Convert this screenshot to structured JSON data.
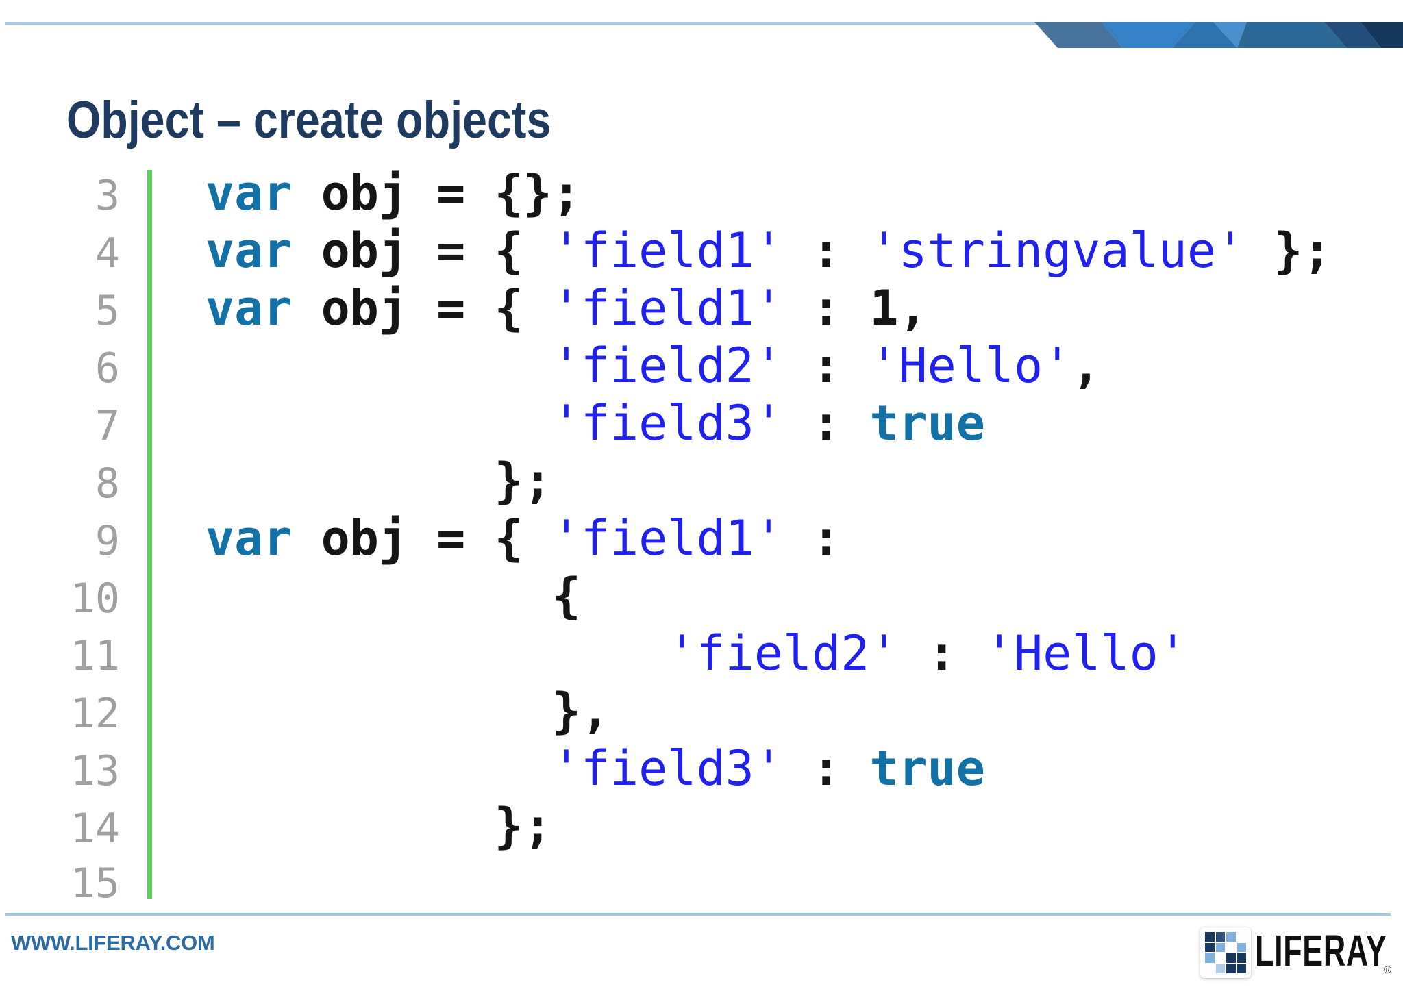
{
  "title": "Object – create objects",
  "code": {
    "lines": [
      {
        "num": "3",
        "tokens": [
          {
            "t": "kw",
            "s": "var"
          },
          {
            "t": "p",
            "s": " obj = {};"
          }
        ]
      },
      {
        "num": "4",
        "tokens": [
          {
            "t": "kw",
            "s": "var"
          },
          {
            "t": "p",
            "s": " obj = { "
          },
          {
            "t": "str",
            "s": "'field1'"
          },
          {
            "t": "p",
            "s": " : "
          },
          {
            "t": "str",
            "s": "'stringvalue'"
          },
          {
            "t": "p",
            "s": " };"
          }
        ]
      },
      {
        "num": "5",
        "tokens": [
          {
            "t": "kw",
            "s": "var"
          },
          {
            "t": "p",
            "s": " obj = { "
          },
          {
            "t": "str",
            "s": "'field1'"
          },
          {
            "t": "p",
            "s": " : 1,"
          }
        ]
      },
      {
        "num": "6",
        "tokens": [
          {
            "t": "p",
            "s": "            "
          },
          {
            "t": "str",
            "s": "'field2'"
          },
          {
            "t": "p",
            "s": " : "
          },
          {
            "t": "str",
            "s": "'Hello'"
          },
          {
            "t": "p",
            "s": ","
          }
        ]
      },
      {
        "num": "7",
        "tokens": [
          {
            "t": "p",
            "s": "            "
          },
          {
            "t": "str",
            "s": "'field3'"
          },
          {
            "t": "p",
            "s": " : "
          },
          {
            "t": "kw",
            "s": "true"
          }
        ]
      },
      {
        "num": "8",
        "tokens": [
          {
            "t": "p",
            "s": "          };"
          }
        ]
      },
      {
        "num": "9",
        "tokens": [
          {
            "t": "kw",
            "s": "var"
          },
          {
            "t": "p",
            "s": " obj = { "
          },
          {
            "t": "str",
            "s": "'field1'"
          },
          {
            "t": "p",
            "s": " :"
          }
        ]
      },
      {
        "num": "10",
        "tokens": [
          {
            "t": "p",
            "s": "            {"
          }
        ]
      },
      {
        "num": "11",
        "tokens": [
          {
            "t": "p",
            "s": "                "
          },
          {
            "t": "str",
            "s": "'field2'"
          },
          {
            "t": "p",
            "s": " : "
          },
          {
            "t": "str",
            "s": "'Hello'"
          }
        ]
      },
      {
        "num": "12",
        "tokens": [
          {
            "t": "p",
            "s": "            },"
          }
        ]
      },
      {
        "num": "13",
        "tokens": [
          {
            "t": "p",
            "s": "            "
          },
          {
            "t": "str",
            "s": "'field3'"
          },
          {
            "t": "p",
            "s": " : "
          },
          {
            "t": "kw",
            "s": "true"
          }
        ]
      },
      {
        "num": "14",
        "tokens": [
          {
            "t": "p",
            "s": "          };"
          }
        ]
      },
      {
        "num": "15",
        "tokens": []
      }
    ]
  },
  "footer": {
    "url": "WWW.LIFERAY.COM",
    "brand": "LIFERAY",
    "reg": "®"
  },
  "logo_grid": [
    "DNL0",
    "DL0L",
    "L0DD",
    "0PDD"
  ],
  "colors": {
    "accent_line": "#a6c9e8",
    "title": "#1e3a5f",
    "keyword": "#1271a7",
    "string": "#2121ef",
    "code_plain": "#161616",
    "line_number": "#9fa0a2",
    "gutter_green": "#5bce5b",
    "footer_url": "#2c6ba6",
    "logo_dark": "#17375e",
    "logo_mid": "#2d4f7c",
    "logo_light": "#7fb0de",
    "logo_pale": "#aecded",
    "banner_facets": [
      "#48739C",
      "#3581C6",
      "#2E72AE",
      "#4A90CF",
      "#2D6896",
      "#224E79",
      "#16375C"
    ]
  }
}
